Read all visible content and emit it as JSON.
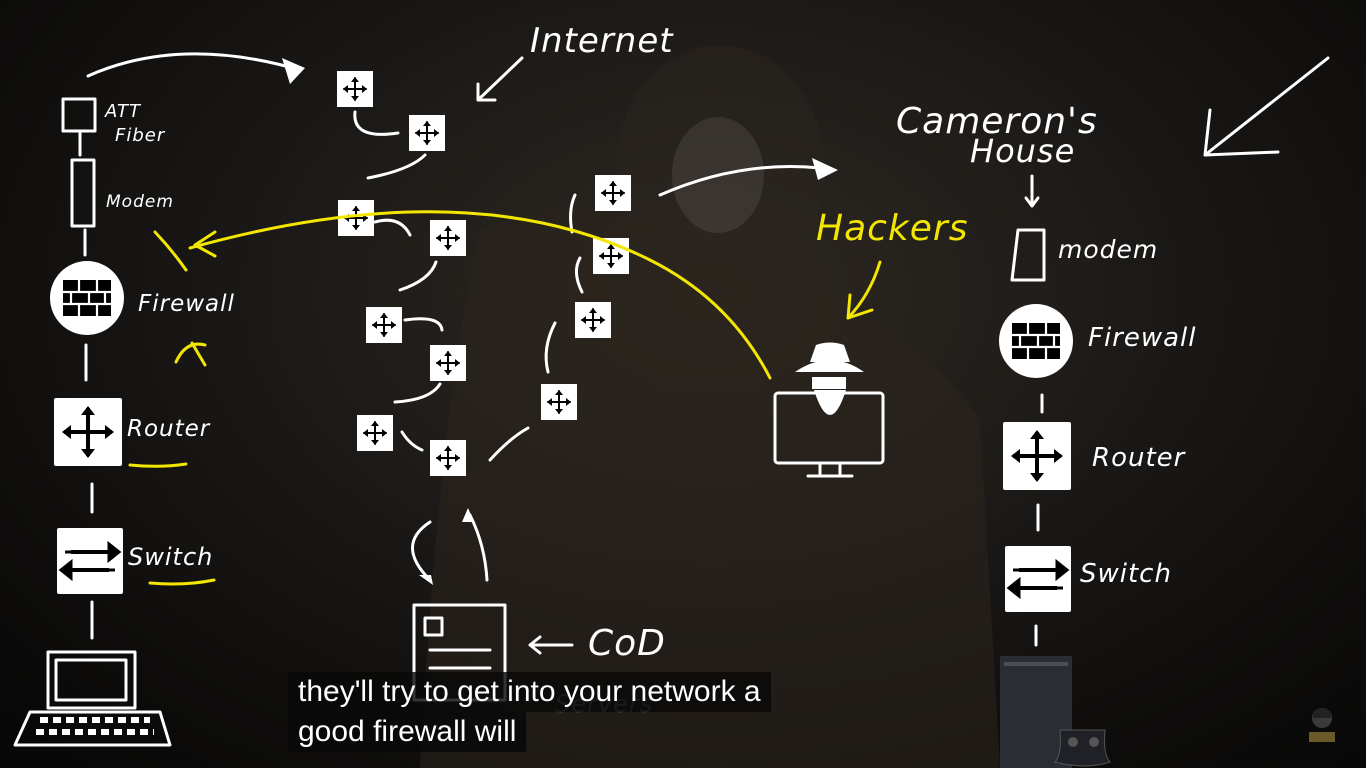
{
  "labels": {
    "internet": "Internet",
    "att_fiber_line1": "ATT",
    "att_fiber_line2": "Fiber",
    "modem_left": "Modem",
    "firewall_left": "Firewall",
    "router_left": "Router",
    "switch_left": "Switch",
    "camerons_house_line1": "Cameron's",
    "camerons_house_line2": "House",
    "modem_right": "modem",
    "firewall_right": "Firewall",
    "router_right": "Router",
    "switch_right": "Switch",
    "hackers": "Hackers",
    "cod": "CoD",
    "servers": "Servers"
  },
  "caption": {
    "line1": "they'll try to get into your network a",
    "line2": "good firewall will"
  },
  "colors": {
    "ink": "#ffffff",
    "highlight": "#f3e600",
    "background": "#141210"
  },
  "icons": [
    "router-icon",
    "firewall-icon",
    "switch-icon",
    "hacker-icon",
    "laptop-icon",
    "console-icon",
    "server-icon"
  ]
}
